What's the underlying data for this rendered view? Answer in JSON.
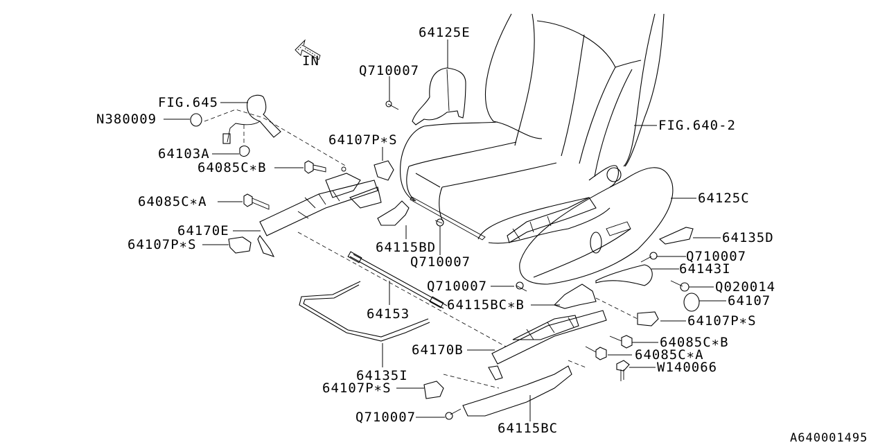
{
  "diagram": {
    "title": "Front seat parts diagram",
    "figure_id": "A640001495",
    "direction_label": "IN",
    "text_color": "#000000",
    "background": "#ffffff"
  },
  "callouts": [
    {
      "id": "64125E",
      "text": "64125E"
    },
    {
      "id": "Q710007-top",
      "text": "Q710007"
    },
    {
      "id": "FIG645",
      "text": "FIG.645"
    },
    {
      "id": "N380009",
      "text": "N380009"
    },
    {
      "id": "64103A",
      "text": "64103A"
    },
    {
      "id": "64107PS-top",
      "text": "64107P∗S"
    },
    {
      "id": "64085CB-left",
      "text": "64085C∗B"
    },
    {
      "id": "64085CA-left",
      "text": "64085C∗A"
    },
    {
      "id": "64170E",
      "text": "64170E"
    },
    {
      "id": "64107PS-left",
      "text": "64107P∗S"
    },
    {
      "id": "64115BD",
      "text": "64115BD"
    },
    {
      "id": "Q710007-mid",
      "text": "Q710007"
    },
    {
      "id": "FIG640-2",
      "text": "FIG.640-2"
    },
    {
      "id": "64125C",
      "text": "64125C"
    },
    {
      "id": "64135D",
      "text": "64135D"
    },
    {
      "id": "Q710007-right",
      "text": "Q710007"
    },
    {
      "id": "64143I",
      "text": "64143I"
    },
    {
      "id": "Q710007-center",
      "text": "Q710007"
    },
    {
      "id": "Q020014",
      "text": "Q020014"
    },
    {
      "id": "64107",
      "text": "64107"
    },
    {
      "id": "64115BCB",
      "text": "64115BC∗B"
    },
    {
      "id": "64153",
      "text": "64153"
    },
    {
      "id": "64107PS-right",
      "text": "64107P∗S"
    },
    {
      "id": "64085CB-right",
      "text": "64085C∗B"
    },
    {
      "id": "64085CA-right",
      "text": "64085C∗A"
    },
    {
      "id": "64170B",
      "text": "64170B"
    },
    {
      "id": "W140066",
      "text": "W140066"
    },
    {
      "id": "64135I",
      "text": "64135I"
    },
    {
      "id": "64107PS-bottom",
      "text": "64107P∗S"
    },
    {
      "id": "Q710007-bottom",
      "text": "Q710007"
    },
    {
      "id": "64115BC",
      "text": "64115BC"
    }
  ]
}
